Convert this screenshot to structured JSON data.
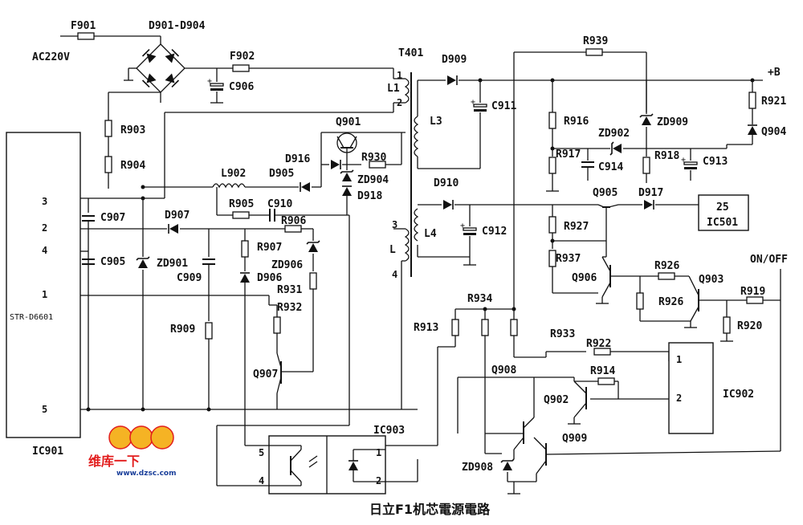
{
  "caption": "日立F1机芯電源電路",
  "input_label": "AC220V",
  "plus_b": "+B",
  "on_off": "ON/OFF",
  "watermark": {
    "logo_text": "维库一下",
    "url": "www.dzsc.com"
  },
  "ic901": {
    "ref": "IC901",
    "part": "STR-D6601",
    "pins": [
      "3",
      "2",
      "4",
      "1",
      "5"
    ]
  },
  "ic902": {
    "ref": "IC902",
    "pins": [
      "1",
      "2"
    ]
  },
  "ic903": {
    "ref": "IC903",
    "pins": [
      "5",
      "4",
      "1",
      "2"
    ]
  },
  "ic501": {
    "line1": "25",
    "line2": "IC501"
  },
  "transformer": {
    "ref": "T401",
    "windings": [
      "L1",
      "L3",
      "L4",
      "L"
    ],
    "pins": [
      "1",
      "2",
      "3",
      "4"
    ]
  },
  "components": {
    "F901": "F901",
    "F902": "F902",
    "D901": "D901-D904",
    "C906": "C906",
    "R903": "R903",
    "R904": "R904",
    "C907": "C907",
    "C905": "C905",
    "ZD901": "ZD901",
    "D907": "D907",
    "C909": "C909",
    "R909": "R909",
    "L902": "L902",
    "R905": "R905",
    "C910": "C910",
    "D916": "D916",
    "D905": "D905",
    "Q901": "Q901",
    "R930": "R930",
    "ZD904": "ZD904",
    "D918": "D918",
    "R906": "R906",
    "R907": "R907",
    "ZD906": "ZD906",
    "D906": "D906",
    "R931": "R931",
    "R932": "R932",
    "Q907": "Q907",
    "D909": "D909",
    "C911": "C911",
    "L3": "L3",
    "D910": "D910",
    "C912": "C912",
    "R939": "R939",
    "R916": "R916",
    "ZD902": "ZD902",
    "ZD909": "ZD909",
    "R921": "R921",
    "Q904": "Q904",
    "R917": "R917",
    "C914": "C914",
    "R918": "R918",
    "C913": "C913",
    "Q905": "Q905",
    "D917": "D917",
    "R927": "R927",
    "R937": "R937",
    "Q906": "Q906",
    "R926a": "R926",
    "R926b": "R926",
    "Q903": "Q903",
    "R919": "R919",
    "R920": "R920",
    "R934": "R934",
    "R913": "R913",
    "R933": "R933",
    "R922": "R922",
    "R914": "R914",
    "Q908": "Q908",
    "Q902": "Q902",
    "Q909": "Q909",
    "ZD908": "ZD908"
  }
}
